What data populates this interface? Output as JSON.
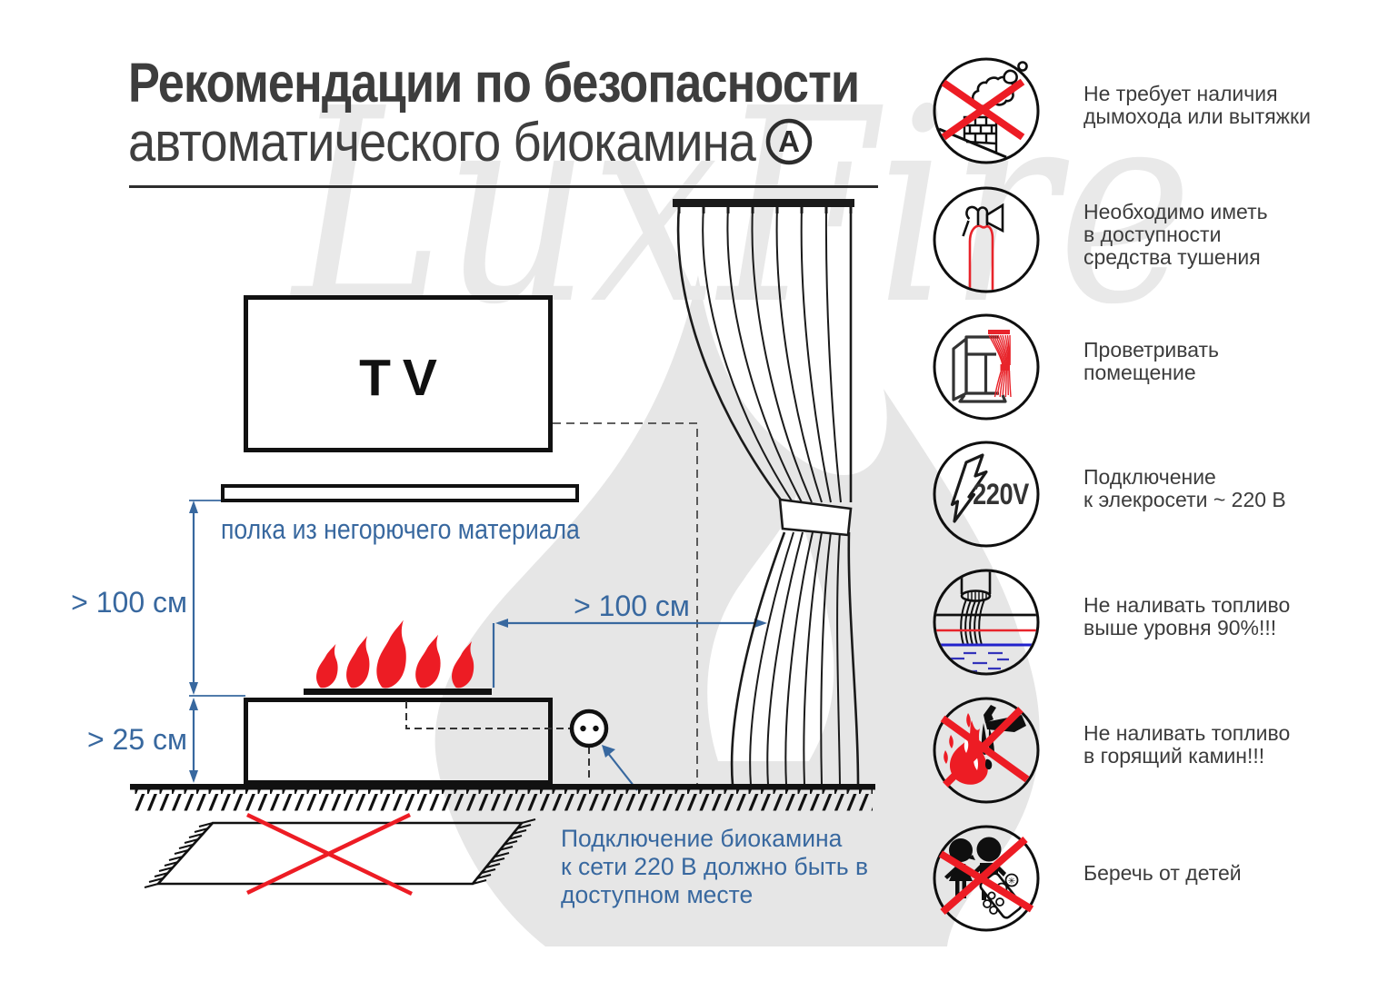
{
  "title": {
    "line1": "Рекомендации по безопасности",
    "line2": "автоматического биокамина",
    "marker": "A"
  },
  "watermark": {
    "text": "LuxFire"
  },
  "diagram": {
    "tv_label": "TV",
    "shelf_label": "полка из негорючего материала",
    "dim_shelf": "> 100 см",
    "dim_floor": "> 25 см",
    "dim_curtain": "> 100 см",
    "outlet_note": "Подключение биокамина\nк сети 220 В должно быть в\nдоступном месте"
  },
  "recommendations": [
    {
      "icon": "no-chimney-icon",
      "text": "Не требует наличия\nдымохода или вытяжки"
    },
    {
      "icon": "fire-extinguisher-icon",
      "text": "Необходимо иметь\nв доступности\nсредства тушения"
    },
    {
      "icon": "ventilate-window-icon",
      "text": "Проветривать\nпомещение"
    },
    {
      "icon": "power-220v-icon",
      "text": "Подключение\nк элекросети ~ 220 В",
      "label_220": "220V"
    },
    {
      "icon": "fuel-level-icon",
      "text": "Не наливать топливо\nвыше уровня 90%!!!"
    },
    {
      "icon": "no-refill-burning-icon",
      "text": "Не наливать топливо\nв горящий камин!!!"
    },
    {
      "icon": "keep-from-children-icon",
      "text": "Беречь от детей"
    }
  ],
  "colors": {
    "accent_blue": "#38689f",
    "warning_red": "#ed1c24",
    "ink": "#1a1a1a",
    "watermark_gray": "#e4e4e4"
  }
}
